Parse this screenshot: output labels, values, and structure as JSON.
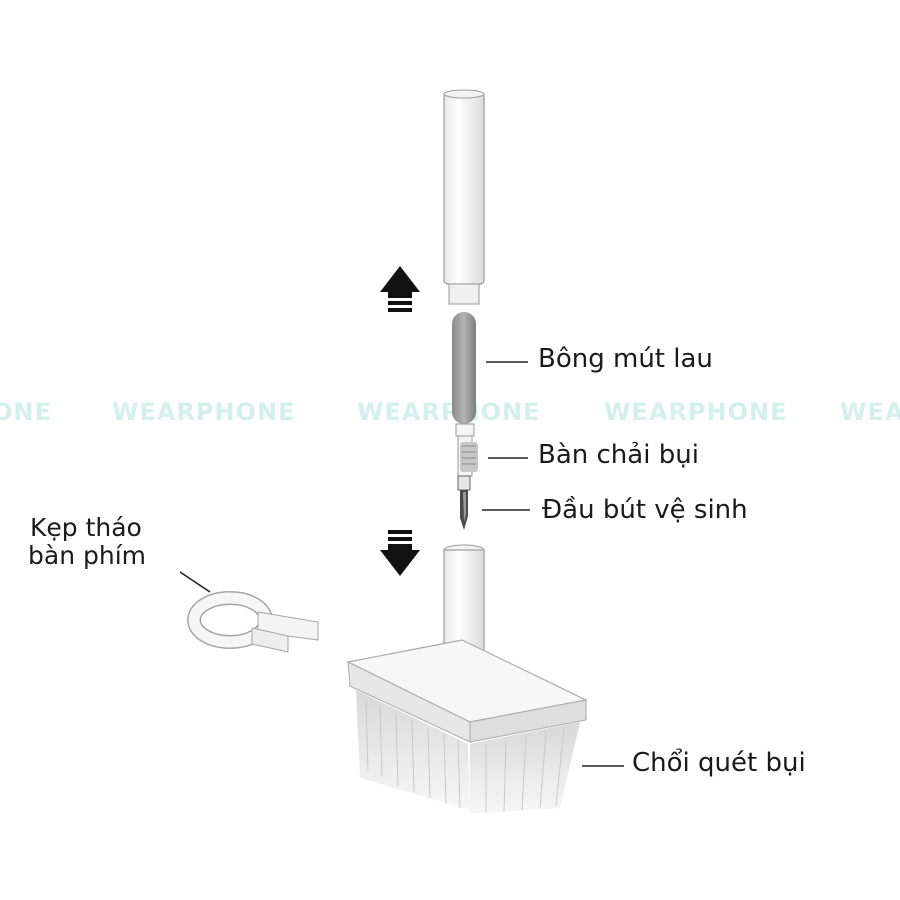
{
  "watermark": {
    "text_partial_left": "ONE",
    "text": "WEARPHONE",
    "text_partial_right": "WEA",
    "color": "#d4f0ec"
  },
  "labels": {
    "sponge": "Bông mút lau",
    "dust_brush": "Bàn chải bụi",
    "pen_tip": "Đầu bút vệ sinh",
    "keycap_puller_line1": "Kẹp tháo",
    "keycap_puller_line2": "bàn phím",
    "sweep_brush": "Chổi quét bụi"
  },
  "icons": {
    "up": "arrow-up-icon",
    "down": "arrow-down-icon"
  }
}
